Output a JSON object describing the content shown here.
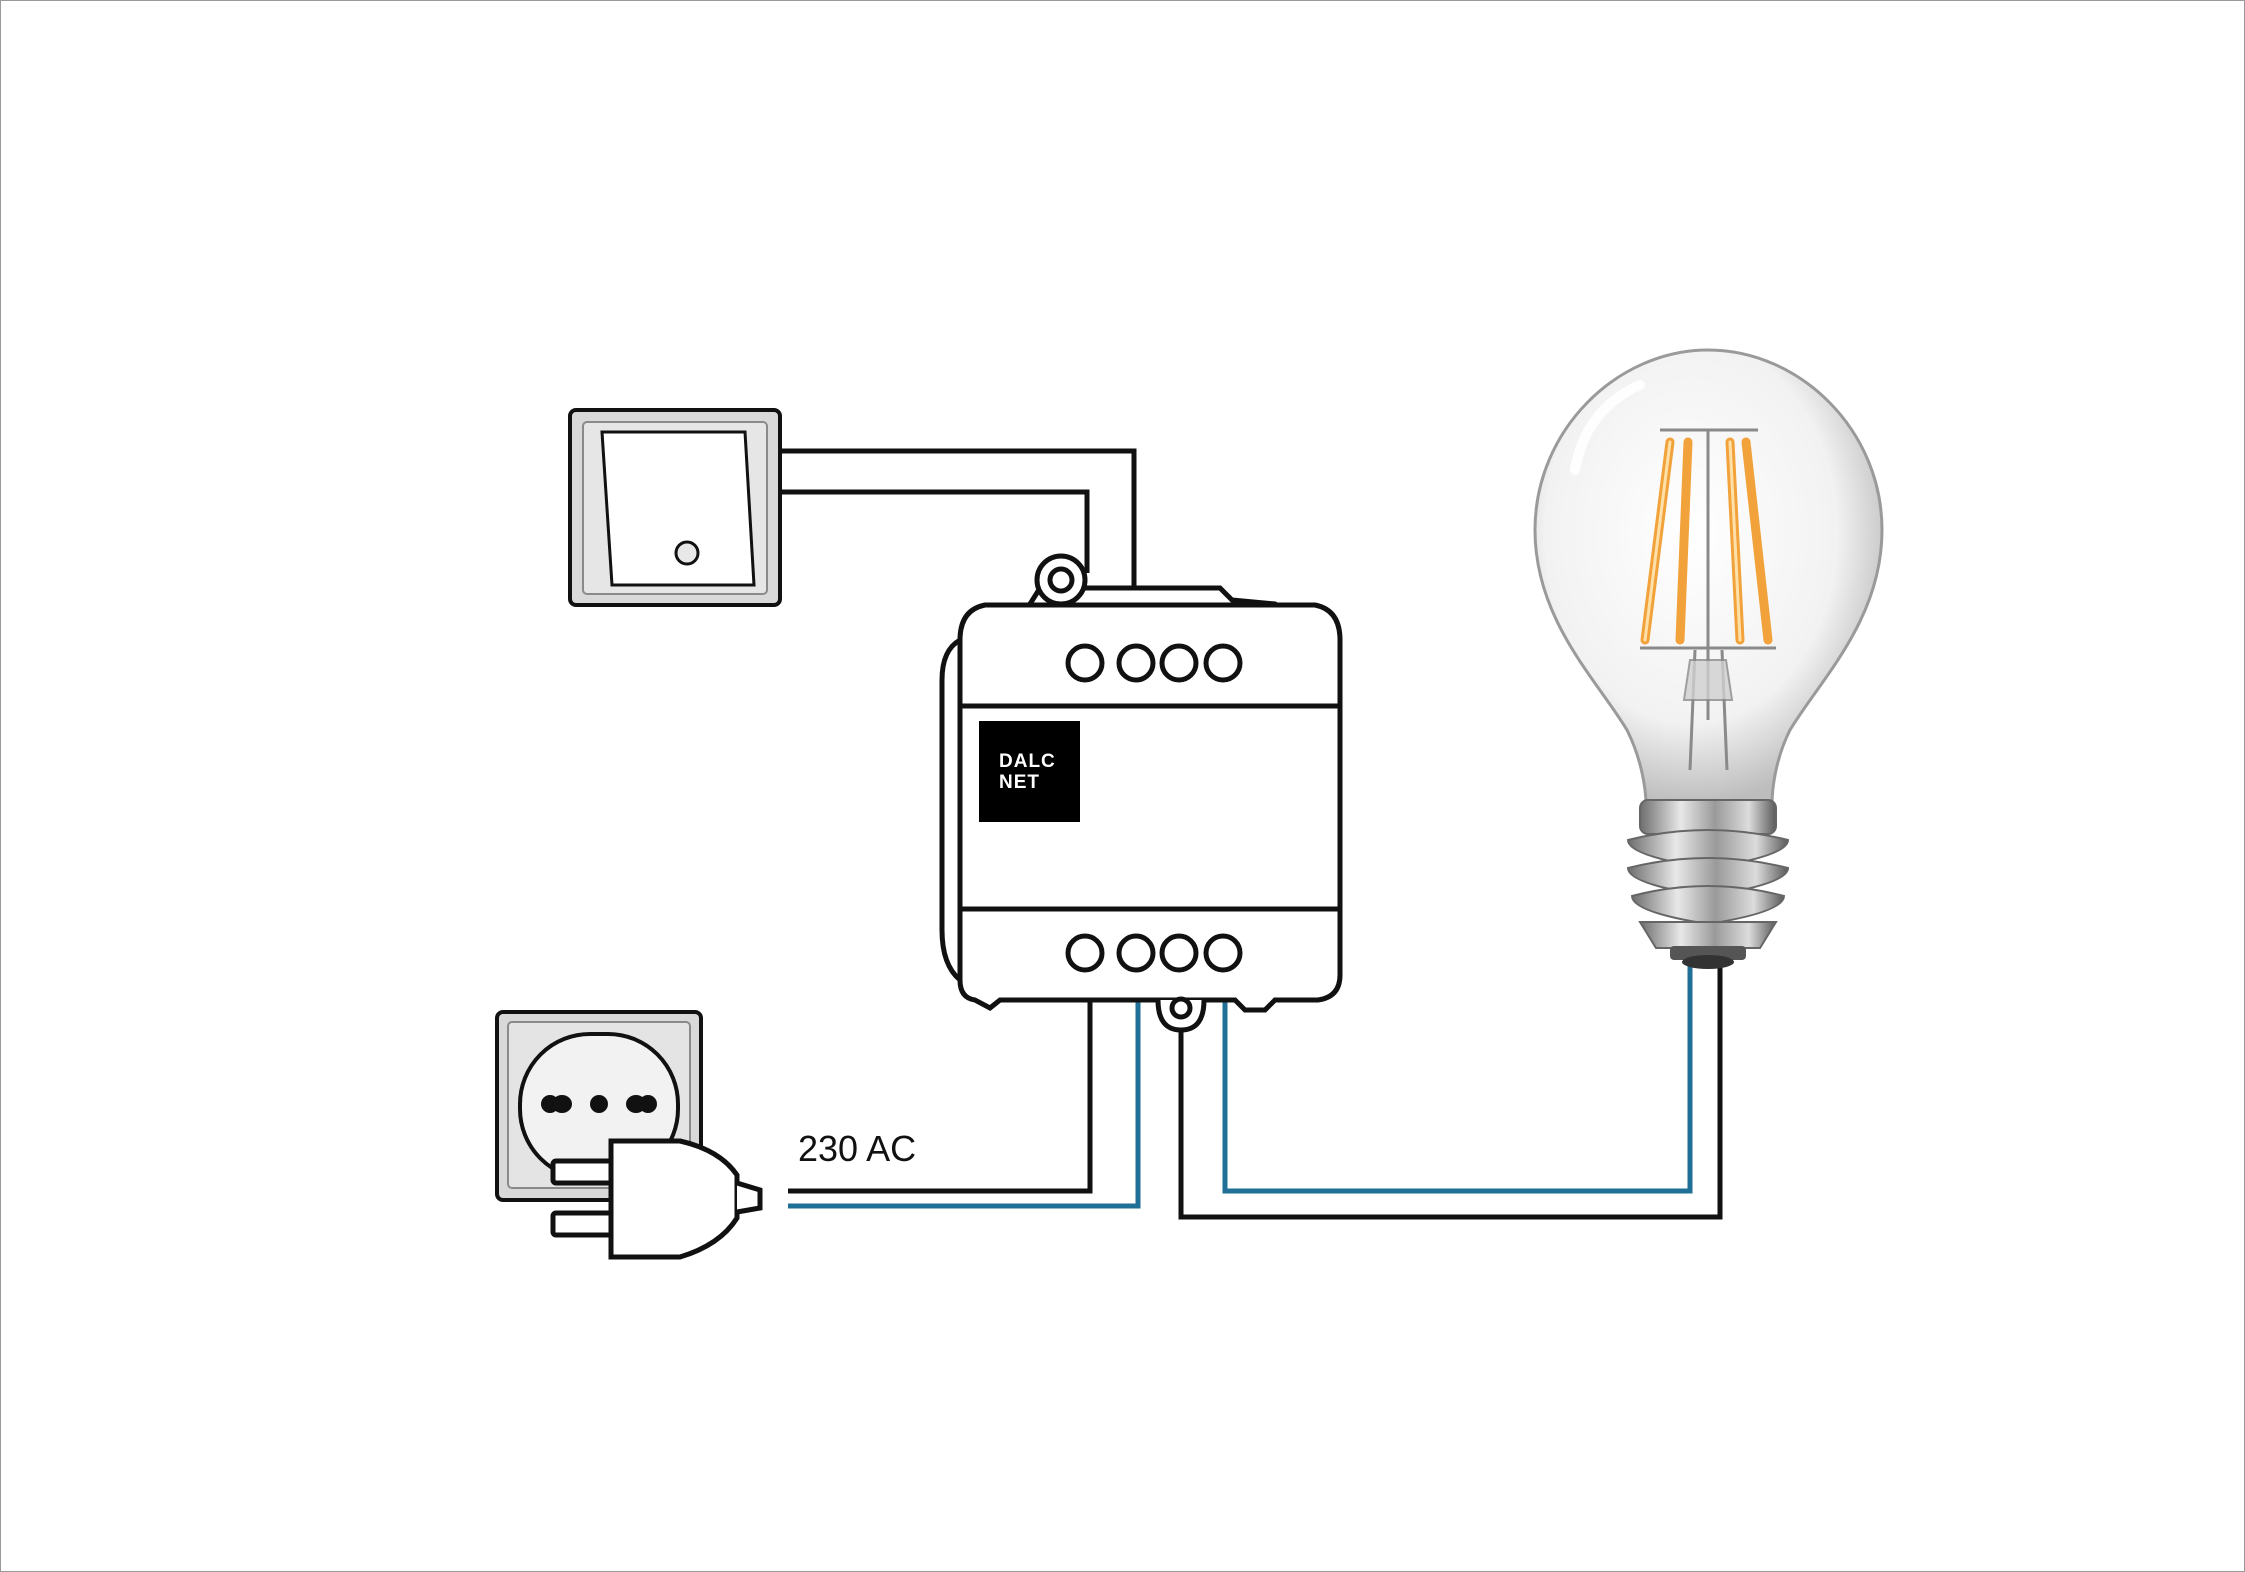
{
  "diagram": {
    "voltage_label": "230 AC",
    "brand_line1": "DALC",
    "brand_line2": "NET",
    "colors": {
      "wire_black": "#111111",
      "wire_blue": "#1f6f96",
      "panel_gray": "#d9d9d9",
      "filament": "#f2a23a",
      "brand_box": "#000000"
    },
    "icons": [
      "wall-switch-icon",
      "dimmer-module-icon",
      "wall-socket-icon",
      "power-plug-icon",
      "filament-bulb-icon"
    ]
  }
}
